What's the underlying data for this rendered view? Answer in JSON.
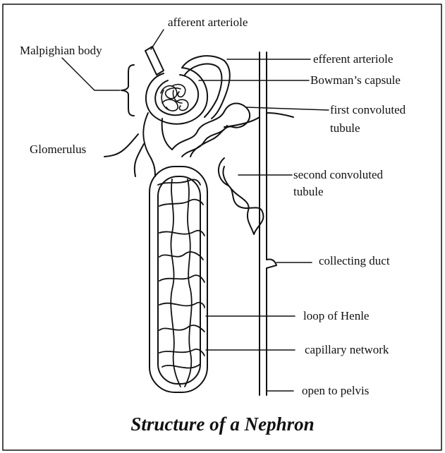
{
  "title": "Structure of a Nephron",
  "labels": {
    "afferent_arteriole": "afferent arteriole",
    "malpighian_body": "Malpighian body",
    "efferent_arteriole": "efferent arteriole",
    "bowmans_capsule": "Bowman’s capsule",
    "first_convoluted_1": "first convoluted",
    "first_convoluted_2": "tubule",
    "glomerulus": "Glomerulus",
    "second_convoluted_1": "second convoluted",
    "second_convoluted_2": "tubule",
    "collecting_duct": "collecting duct",
    "loop_of_henle": "loop of Henle",
    "capillary_network": "capillary network",
    "open_to_pelvis": "open to pelvis"
  },
  "colors": {
    "line": "#111111",
    "background": "#ffffff"
  }
}
